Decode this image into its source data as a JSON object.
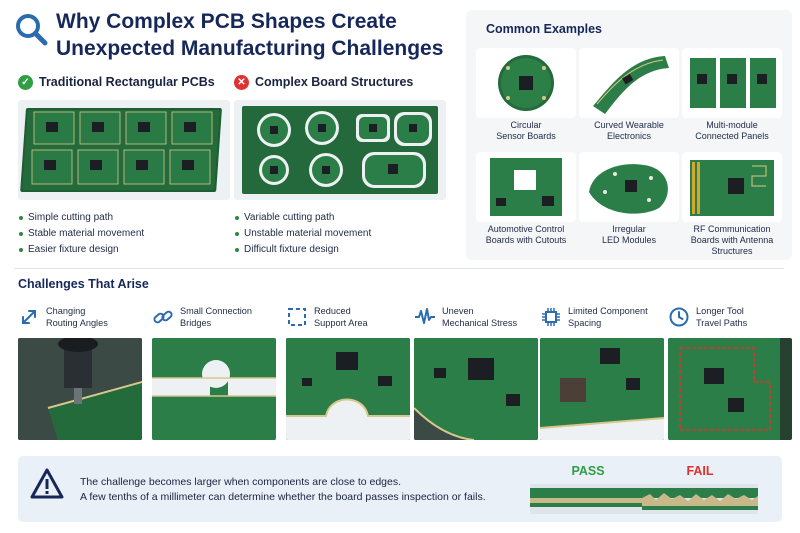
{
  "header": {
    "title_line1": "Why Complex PCB Shapes Create",
    "title_line2": "Unexpected Manufacturing Challenges",
    "icon": "magnifier-icon"
  },
  "comparison": {
    "traditional": {
      "heading": "Traditional Rectangular PCBs",
      "icon": "check-circle-icon",
      "bullets": [
        "Simple cutting path",
        "Stable material movement",
        "Easier fixture design"
      ]
    },
    "complex": {
      "heading": "Complex Board Structures",
      "icon": "x-circle-icon",
      "bullets": [
        "Variable cutting path",
        "Unstable material movement",
        "Difficult fixture design"
      ]
    }
  },
  "examples": {
    "heading": "Common Examples",
    "items": [
      {
        "line1": "Circular",
        "line2": "Sensor Boards",
        "line3": ""
      },
      {
        "line1": "Curved Wearable",
        "line2": "Electronics",
        "line3": ""
      },
      {
        "line1": "Multi-module",
        "line2": "Connected Panels",
        "line3": ""
      },
      {
        "line1": "Automotive Control",
        "line2": "Boards with Cutouts",
        "line3": ""
      },
      {
        "line1": "Irregular",
        "line2": "LED Modules",
        "line3": ""
      },
      {
        "line1": "RF Communication",
        "line2": "Boards with Antenna",
        "line3": "Structures"
      }
    ]
  },
  "challenges": {
    "heading": "Challenges That Arise",
    "items": [
      {
        "line1": "Changing",
        "line2": "Routing Angles",
        "icon": "diagonal-arrows-icon"
      },
      {
        "line1": "Small Connection",
        "line2": "Bridges",
        "icon": "chain-link-icon"
      },
      {
        "line1": "Reduced",
        "line2": "Support Area",
        "icon": "dashed-square-icon"
      },
      {
        "line1": "Uneven",
        "line2": "Mechanical Stress",
        "icon": "waveform-icon"
      },
      {
        "line1": "Limited Component",
        "line2": "Spacing",
        "icon": "chip-icon"
      },
      {
        "line1": "Longer Tool",
        "line2": "Travel Paths",
        "icon": "clock-icon"
      }
    ]
  },
  "warning": {
    "icon": "warning-triangle-icon",
    "line1": "The challenge becomes larger when components are close to edges.",
    "line2": "A few tenths of a millimeter can determine whether the board passes inspection or fails.",
    "pass_label": "PASS",
    "fail_label": "FAIL",
    "pass_color": "#2f9e44",
    "fail_color": "#e03131"
  },
  "colors": {
    "title": "#16285a",
    "accent_blue": "#2b6cb0",
    "pcb_green": "#1f6b3a",
    "check_green": "#2f9e44",
    "cross_red": "#e03131"
  }
}
